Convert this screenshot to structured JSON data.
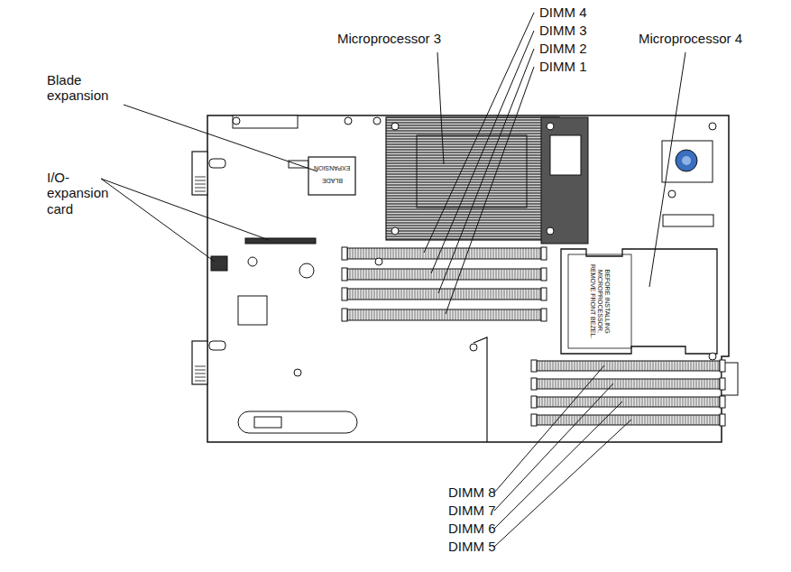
{
  "diagram": {
    "labels": [
      "DIMM 4",
      "DIMM 3",
      "DIMM 2",
      "DIMM 1",
      "Microprocessor 3",
      "Blade expansion",
      "Microprocessor 4",
      "I/O-expansion card",
      "EXPANSION",
      "BLADE",
      "BEFORE INSTALLING MICROPROCESSOR, REMOVE FRONT BEZEL.",
      "DIMM 8",
      "DIMM 7",
      "DIMM 6",
      "DIMM 5"
    ]
  }
}
